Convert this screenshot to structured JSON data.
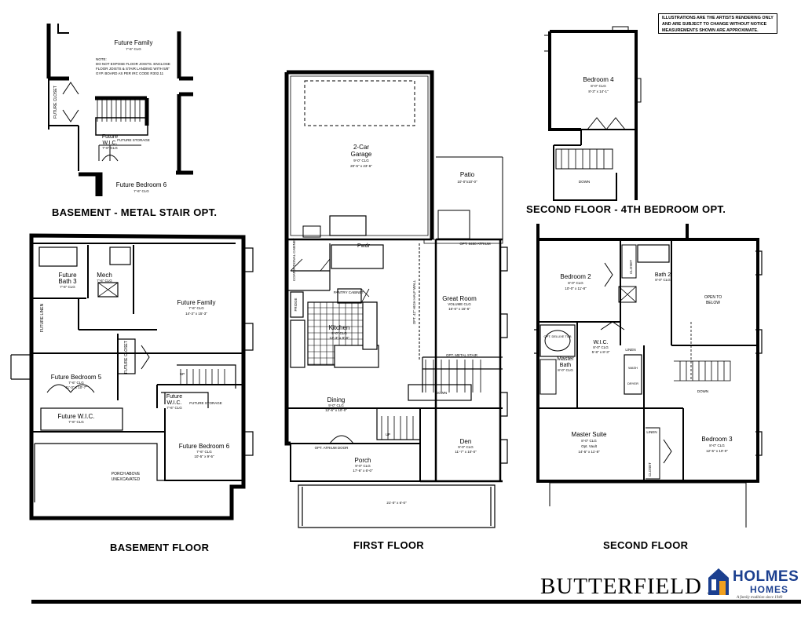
{
  "disclaimer": "ILLUSTRATIONS ARE THE ARTISTS RENDERING ONLY AND ARE SUBJECT TO CHANGE WITHOUT NOTICE MEASUREMENTS SHOWN ARE APPROXIMATE.",
  "titles": {
    "basement_metal": "BASEMENT - METAL STAIR OPT.",
    "basement": "BASEMENT FLOOR",
    "first": "FIRST FLOOR",
    "second_opt": "SECOND FLOOR - 4TH BEDROOM OPT.",
    "second": "SECOND FLOOR"
  },
  "brand": {
    "model": "BUTTERFIELD A",
    "logo_line1": "HOLMES",
    "logo_line2": "HOMES",
    "tagline": "A family tradition since 1940",
    "logo_color": "#1b3f8f",
    "accent_color": "#f0a020"
  },
  "basement_metal_opt": {
    "future_family": "Future Family",
    "future_family_clg": "7'-6\" CLG",
    "note_1": "NOTE:",
    "note_2": "DO NOT EXPOSE FLOOR JOISTS. ENCLOSE",
    "note_3": "FLOOR JOISTS & STAIR LANDING WITH 5/8\"",
    "note_4": "GYP. BOARD AS PER IRC CODE R302.11",
    "future_closet": "FUTURE CLOSET",
    "future_wic": "Future",
    "future_wic_2": "W.I.C.",
    "future_wic_clg": "7'-6\" CLG",
    "future_storage": "FUTURE STORAGE",
    "future_bedroom_6": "Future Bedroom 6",
    "future_bedroom_6_clg": "7'-6\" CLG"
  },
  "basement": {
    "future_bath_3": "Future",
    "future_bath_3b": "Bath 3",
    "future_bath_3_clg": "7'-6\" CLG",
    "mech": "Mech",
    "mech_clg": "7'-6\" CLG",
    "future_linen": "FUTURE LINEN",
    "future_family": "Future Family",
    "future_family_clg": "7'-6\" CLG",
    "future_family_dim": "14'-3\" x 15'-3\"",
    "future_closet": "FUTURE CLOSET",
    "future_bedroom_5": "Future Bedroom 5",
    "future_bedroom_5_clg": "7'-6\" CLG",
    "future_bedroom_5_dim": "11'-3\" x 10'-7\"",
    "future_wic_5": "Future W.I.C.",
    "future_wic_5_clg": "7'-6\" CLG",
    "future_wic_6": "Future",
    "future_wic_6b": "W.I.C.",
    "future_wic_6_clg": "7'-6\" CLG",
    "future_storage": "FUTURE STORAGE",
    "future_bedroom_6": "Future Bedroom 6",
    "future_bedroom_6_clg": "7'-6\" CLG",
    "future_bedroom_6_dim": "10'-5\" x 9'-5\"",
    "porch_above": "PORCH ABOVE",
    "unexcavated": "UNEXCAVATED",
    "up": "UP"
  },
  "first": {
    "garage": "2-Car",
    "garage_2": "Garage",
    "garage_clg": "9'-0\" CLG",
    "garage_dim": "20'-5\" x 23'-6\"",
    "patio": "Patio",
    "patio_dim": "10'-0\"x10'-0\"",
    "optional_cabinet": "OPTIONAL CABINET",
    "coat": "COAT",
    "powder": "Pwdr",
    "opt_atrium": "OPT. 8480 ATRIUM",
    "great_room": "Great Room",
    "great_room_clg": "VOLUME CLG",
    "great_room_dim": "16'-6\" x 16'-6\"",
    "pantry_cabinet": "PANTRY CABINET",
    "fridge": "FRIDGE",
    "kitchen": "Kitchen",
    "kitchen_clg": "9'-0\" CLG",
    "kitchen_dim": "12'-3\" x 9'-8\"",
    "opt_half_wall": "OPT. 42\" HIGH HALF WALL",
    "opt_metal_stair": "OPT. METAL STAIR",
    "down": "DOWN",
    "dining": "Dining",
    "dining_clg": "9'-0\" CLG",
    "dining_dim": "12'-6\" x 10'-0\"",
    "opt_atrium_door": "OPT. ATRIUM DOOR",
    "den": "Den",
    "den_clg": "9'-0\" CLG",
    "den_dim": "11'-7\" x 10'-0\"",
    "porch": "Porch",
    "porch_clg": "9'-0\" CLG",
    "porch_dim": "17'-6\" x 6'-0\"",
    "porch_width": "21'-0\" x 6'-0\"",
    "up": "UP"
  },
  "second_opt": {
    "bedroom_4": "Bedroom 4",
    "bedroom_4_clg": "8'-0\" CLG",
    "bedroom_4_dim": "8'-3\" x 14'-1\"",
    "down": "DOWN"
  },
  "second": {
    "bedroom_2": "Bedroom 2",
    "bedroom_2_clg": "8'-0\" CLG",
    "bedroom_2_dim": "10'-0\" x 11'-8\"",
    "closet": "CLOSET",
    "bath_2": "Bath 2",
    "bath_2_clg": "8'-0\" CLG",
    "open_below": "OPEN TO",
    "open_below_2": "BELOW",
    "opt_linen": "OPT. LINEN",
    "opt_deluxe_tub": "OPT. DELUXE TUB",
    "wic": "W.I.C.",
    "wic_clg": "8'-0\" CLG",
    "wic_dim": "5'-8\" x 8'-3\"",
    "linen": "LINEN",
    "master_bath": "Master",
    "master_bath_2": "Bath",
    "master_bath_clg": "8'-0\" CLG",
    "wash": "WASH",
    "dryer": "DRYER",
    "down": "DOWN",
    "master_suite": "Master Suite",
    "master_suite_clg": "8'-0\" CLG",
    "master_suite_clg_2": "Opt. Vault",
    "master_suite_dim": "14'-5\" x 11'-8\"",
    "linen_2": "LINEN",
    "closet_2": "CLOSET",
    "bedroom_3": "Bedroom 3",
    "bedroom_3_clg": "8'-0\" CLG",
    "bedroom_3_dim": "12'-5\" x 10'-0\""
  }
}
